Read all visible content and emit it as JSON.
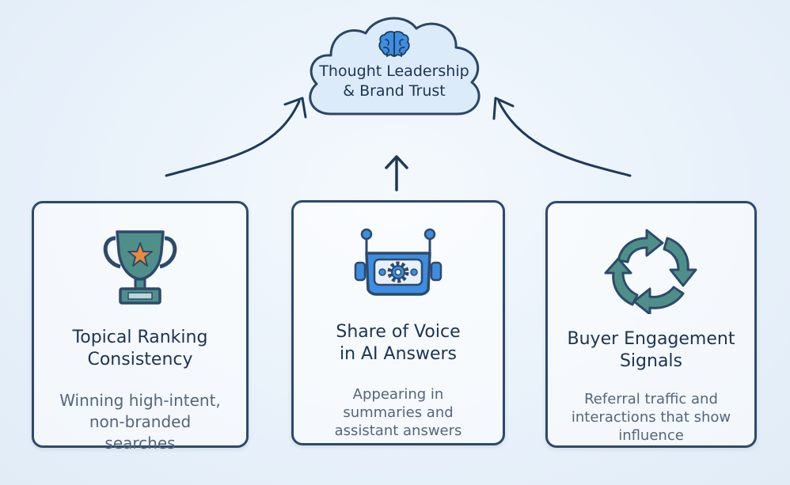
{
  "center": {
    "title_line1": "Thought Leadership",
    "title_line2": "& Brand Trust",
    "icon": "brain-icon"
  },
  "cards": [
    {
      "icon": "trophy-icon",
      "title_line1": "Topical Ranking",
      "title_line2": "Consistency",
      "desc_line1": "Winning high-intent,",
      "desc_line2": "non-branded",
      "desc_line3": "searches"
    },
    {
      "icon": "robot-icon",
      "title_line1": "Share of Voice",
      "title_line2": "in AI Answers",
      "desc_line1": "Appearing in",
      "desc_line2": "summaries and",
      "desc_line3": "assistant answers"
    },
    {
      "icon": "cycle-arrows-icon",
      "title_line1": "Buyer Engagement",
      "title_line2": "Signals",
      "desc_line1": "Referral traffic and",
      "desc_line2": "interactions that show",
      "desc_line3": "influence"
    }
  ],
  "colors": {
    "border": "#2d4a6b",
    "teal": "#4f8f8a",
    "orange": "#e88a3c",
    "blue": "#3d8ee0",
    "cloud": "#dcebfa"
  }
}
